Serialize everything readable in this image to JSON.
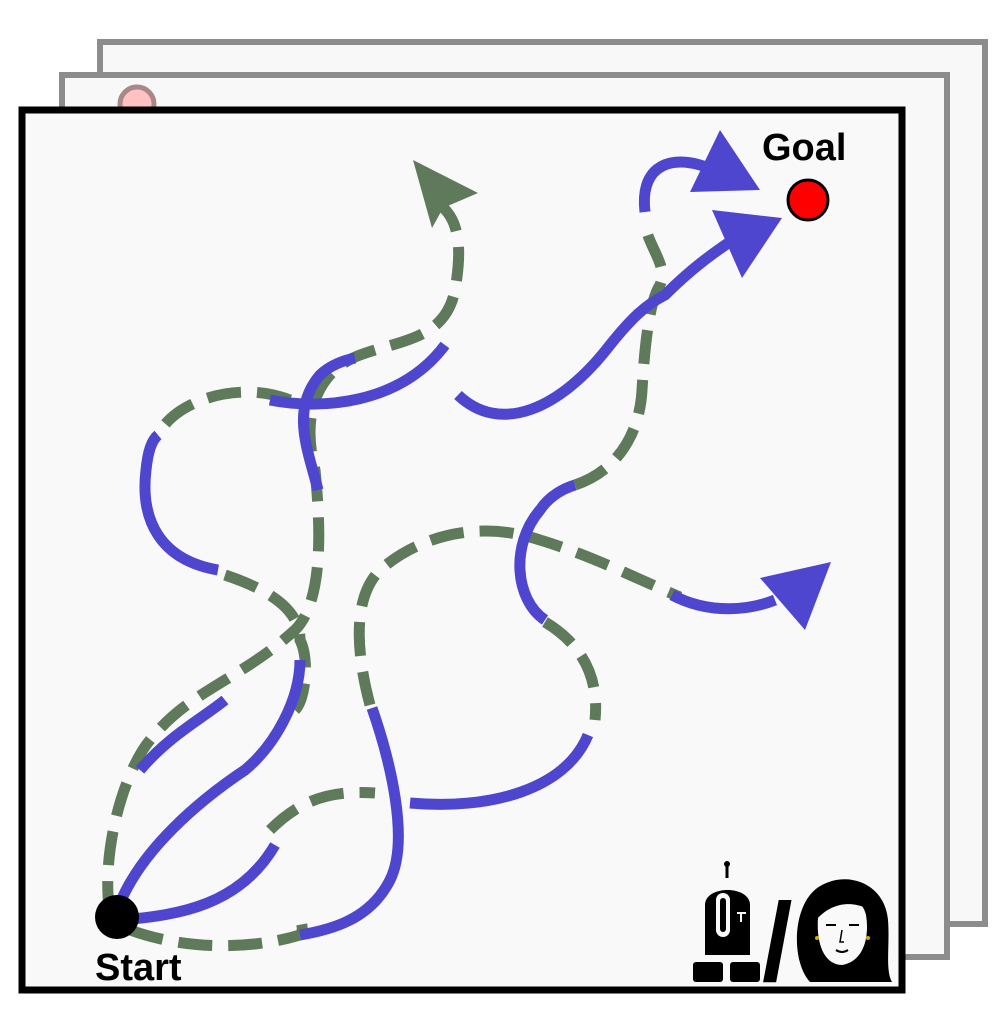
{
  "labels": {
    "start": "Start",
    "goal": "Goal",
    "separator": "/"
  },
  "colors": {
    "background": "#ffffff",
    "panel_fill": "#f8f8f8",
    "back_panel_border": "#8c8c8c",
    "front_panel_border": "#000000",
    "solid_path": "#4f46cf",
    "dashed_path": "#5e7a5a",
    "goal_marker": "#ff0000",
    "start_marker": "#000000",
    "ghost_marker": "#ffb3b3"
  },
  "paths": {
    "solid_style": "solid",
    "dashed_style": "dashed"
  },
  "icons": {
    "robot": "robot-icon",
    "human": "woman-face-icon"
  }
}
